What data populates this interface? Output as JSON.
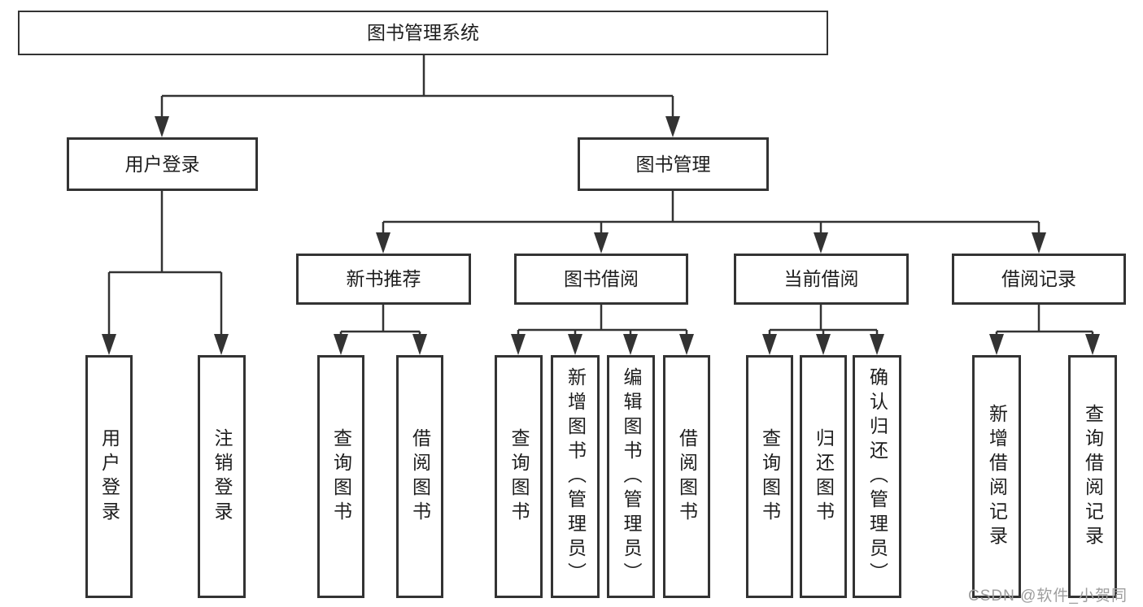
{
  "colors": {
    "line": "#333333",
    "text": "#1d1d1d",
    "watermark": "#9e9e9e",
    "background": "#ffffff"
  },
  "tree": {
    "root": {
      "label": "图书管理系统",
      "children": [
        {
          "label": "用户登录",
          "children": [
            {
              "label": "用户登录"
            },
            {
              "label": "注销登录"
            }
          ]
        },
        {
          "label": "图书管理",
          "children": [
            {
              "label": "新书推荐",
              "children": [
                {
                  "label": "查询图书"
                },
                {
                  "label": "借阅图书"
                }
              ]
            },
            {
              "label": "图书借阅",
              "children": [
                {
                  "label": "查询图书"
                },
                {
                  "label": "新增图书（管理员）"
                },
                {
                  "label": "编辑图书（管理员）"
                },
                {
                  "label": "借阅图书"
                }
              ]
            },
            {
              "label": "当前借阅",
              "children": [
                {
                  "label": "查询图书"
                },
                {
                  "label": "归还图书"
                },
                {
                  "label": "确认归还（管理员）"
                }
              ]
            },
            {
              "label": "借阅记录",
              "children": [
                {
                  "label": "新增借阅记录"
                },
                {
                  "label": "查询借阅记录"
                }
              ]
            }
          ]
        }
      ]
    }
  },
  "watermark": {
    "text": "CSDN @软件_小贺同学"
  }
}
